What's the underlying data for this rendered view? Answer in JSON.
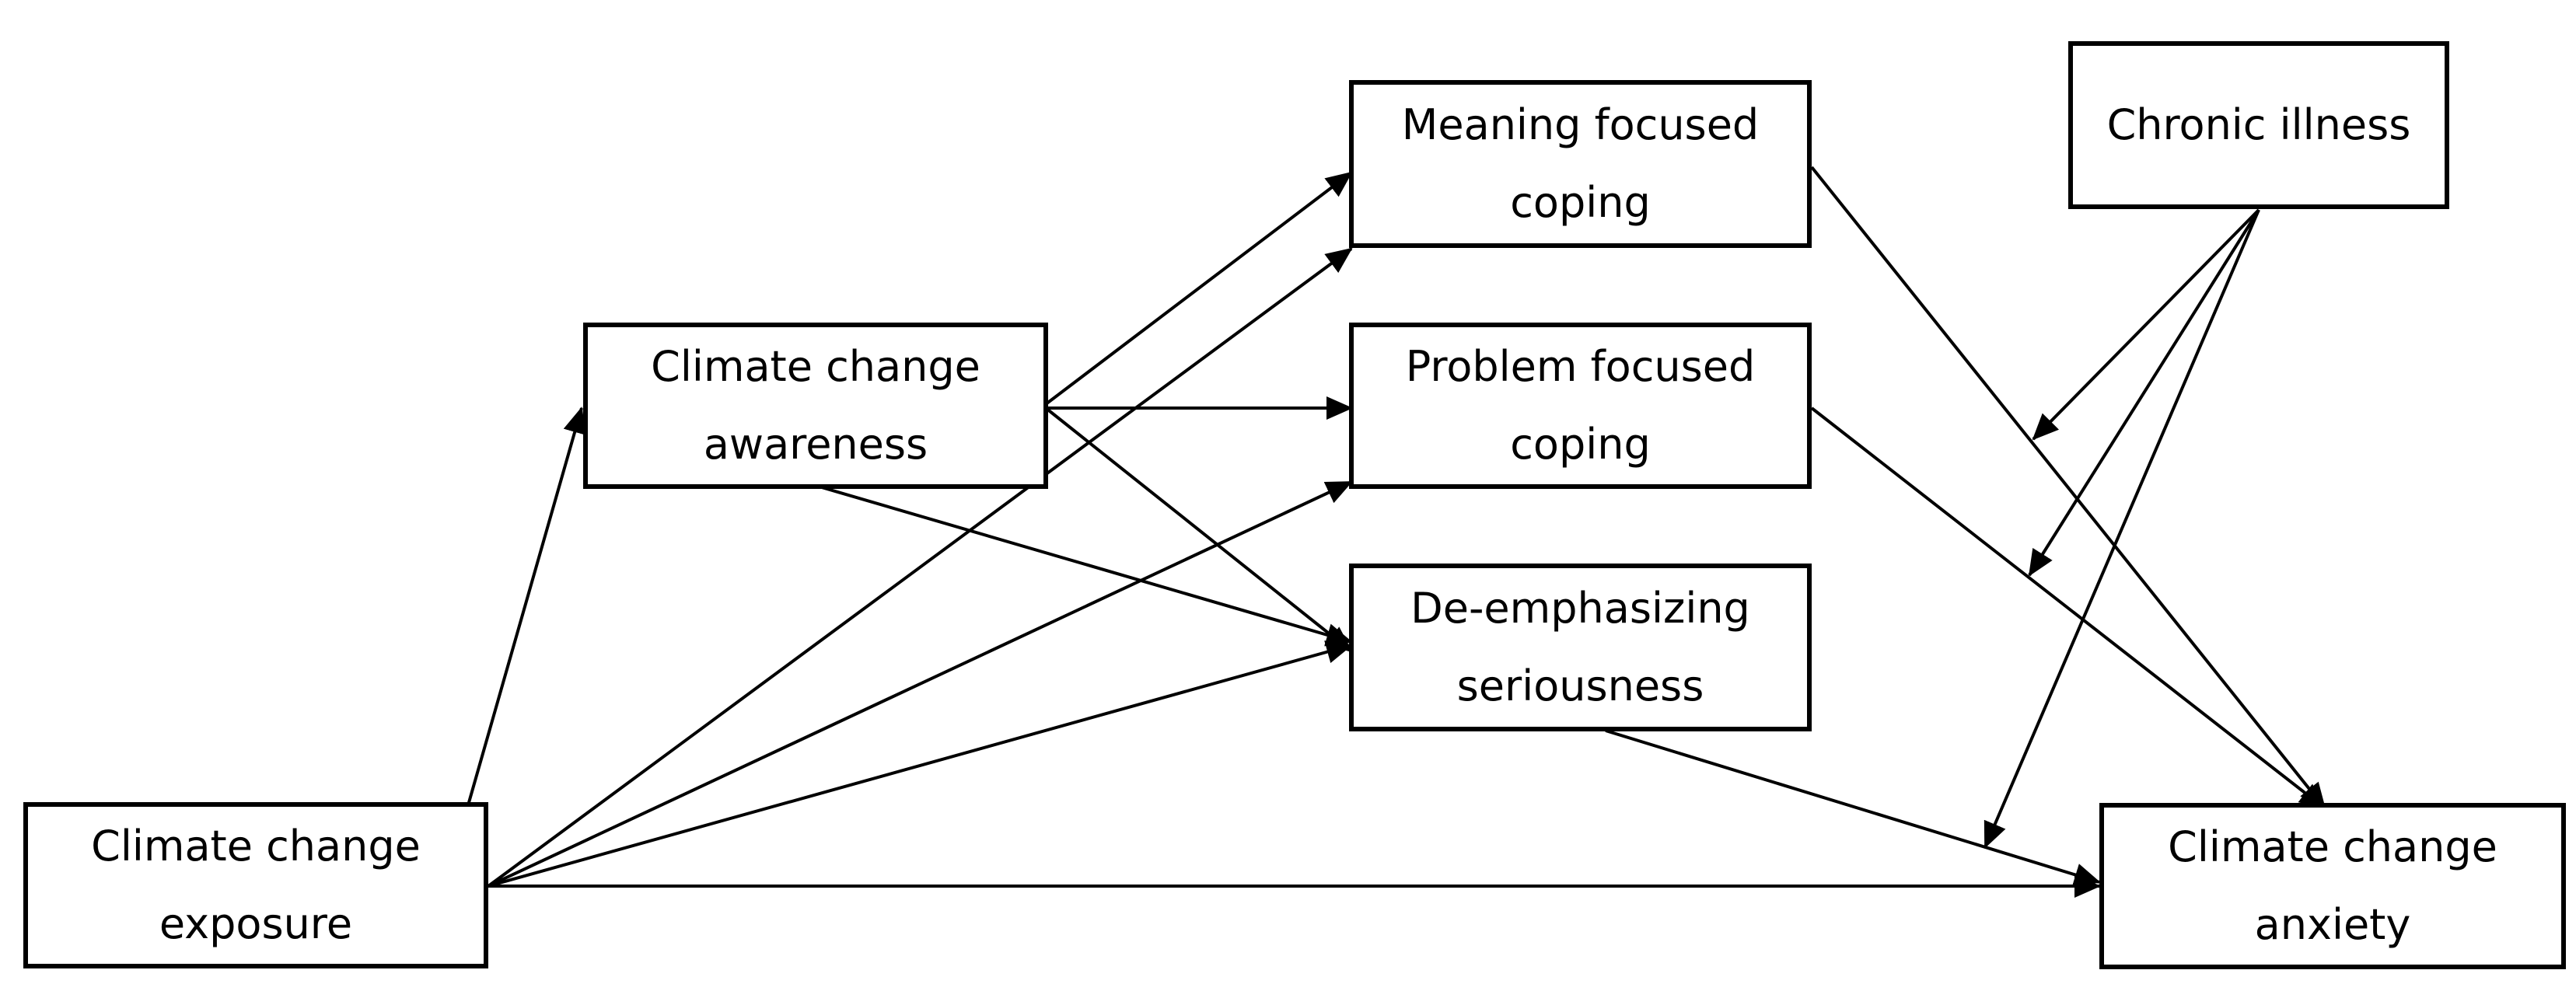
{
  "nodes": {
    "climate_change_exposure": {
      "label": "Climate change\nexposure"
    },
    "climate_change_awareness": {
      "label": "Climate change\nawareness"
    },
    "meaning_focused_coping": {
      "label": "Meaning focused\ncoping"
    },
    "problem_focused_coping": {
      "label": "Problem focused\ncoping"
    },
    "de_emphasizing_seriousness": {
      "label": "De-emphasizing\nseriousness"
    },
    "chronic_illness": {
      "label": "Chronic illness"
    },
    "climate_change_anxiety": {
      "label": "Climate change\nanxiety"
    }
  },
  "edges": [
    {
      "from": "climate_change_exposure",
      "to": "climate_change_awareness"
    },
    {
      "from": "climate_change_exposure",
      "to": "meaning_focused_coping"
    },
    {
      "from": "climate_change_exposure",
      "to": "problem_focused_coping"
    },
    {
      "from": "climate_change_exposure",
      "to": "de_emphasizing_seriousness"
    },
    {
      "from": "climate_change_exposure",
      "to": "climate_change_anxiety"
    },
    {
      "from": "climate_change_awareness",
      "to": "meaning_focused_coping"
    },
    {
      "from": "climate_change_awareness",
      "to": "problem_focused_coping"
    },
    {
      "from": "climate_change_awareness",
      "to": "de_emphasizing_seriousness"
    },
    {
      "from": "meaning_focused_coping",
      "to": "climate_change_anxiety"
    },
    {
      "from": "problem_focused_coping",
      "to": "climate_change_anxiety"
    },
    {
      "from": "de_emphasizing_seriousness",
      "to": "climate_change_anxiety"
    },
    {
      "from": "chronic_illness",
      "to": "meaning_focused_coping -> climate_change_anxiety",
      "type": "moderation"
    },
    {
      "from": "chronic_illness",
      "to": "problem_focused_coping -> climate_change_anxiety",
      "type": "moderation"
    },
    {
      "from": "chronic_illness",
      "to": "de_emphasizing_seriousness -> climate_change_anxiety",
      "type": "moderation"
    }
  ]
}
